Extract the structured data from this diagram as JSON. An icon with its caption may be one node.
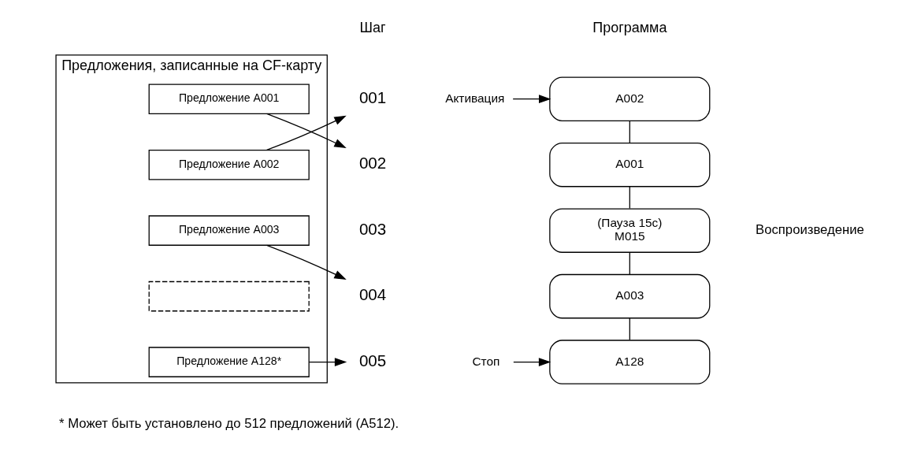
{
  "diagram": {
    "nodes": [
      {
        "text": [
          "Предложения, записанные на CF-карту"
        ]
      },
      {
        "text": [
          "Предложение A001"
        ],
        "in": 0
      },
      {
        "text": [
          "Предложение A002"
        ],
        "in": 0
      },
      {
        "text": [
          "Предложение A003"
        ],
        "in": 0
      },
      {
        "text": [],
        "shape": "box",
        "in": 0
      },
      {
        "text": [
          "Предложение A128*"
        ],
        "in": 0
      },
      {
        "text": [
          "001"
        ]
      },
      {
        "text": [
          "002"
        ]
      },
      {
        "text": [
          "003"
        ]
      },
      {
        "text": [
          "004"
        ]
      },
      {
        "text": [
          "005"
        ]
      },
      {
        "text": [
          "A002"
        ]
      },
      {
        "text": [
          "A001"
        ]
      },
      {
        "text": [
          "(Пауза 15с)",
          "M015"
        ]
      },
      {
        "text": [
          "A003"
        ]
      },
      {
        "text": [
          "A128"
        ]
      },
      {
        "text": [
          "Активация"
        ]
      },
      {
        "text": [
          "Стоп"
        ]
      }
    ],
    "edges": [
      {
        "from": 1,
        "to": 7,
        "arrow": "to"
      },
      {
        "from": 2,
        "to": 6,
        "arrow": "to"
      },
      {
        "from": 3,
        "to": 9,
        "arrow": "to"
      },
      {
        "from": 5,
        "to": 10,
        "arrow": "to"
      },
      {
        "from": 11,
        "to": 12,
        "arrow": "none"
      },
      {
        "from": 12,
        "to": 13,
        "arrow": "none"
      },
      {
        "from": 13,
        "to": 14,
        "arrow": "none"
      },
      {
        "from": 14,
        "to": 15,
        "arrow": "none"
      },
      {
        "from": 16,
        "to": 11,
        "arrow": "to"
      },
      {
        "from": 17,
        "to": 15,
        "arrow": "to"
      }
    ],
    "labels": [
      "Шаг",
      "Программа",
      "* Может быть установлено до 512 предложений (A512).",
      "Воспроизведение"
    ]
  }
}
